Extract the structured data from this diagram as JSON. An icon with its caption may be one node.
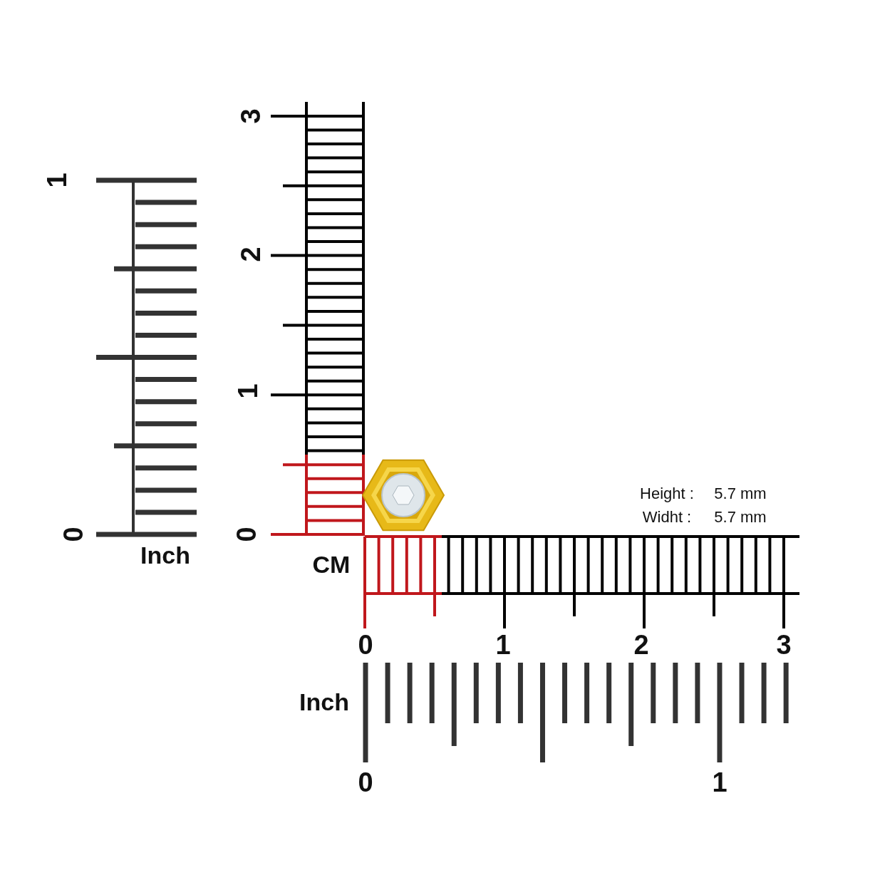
{
  "diagram": {
    "labels": [
      "3",
      "1",
      "2",
      "1",
      "Height :",
      "5.7 mm",
      "Widht :",
      "5.7 mm",
      "0",
      "0",
      "Inch",
      "CM",
      "0",
      "1",
      "2",
      "3",
      "Inch",
      "0",
      "1"
    ]
  }
}
